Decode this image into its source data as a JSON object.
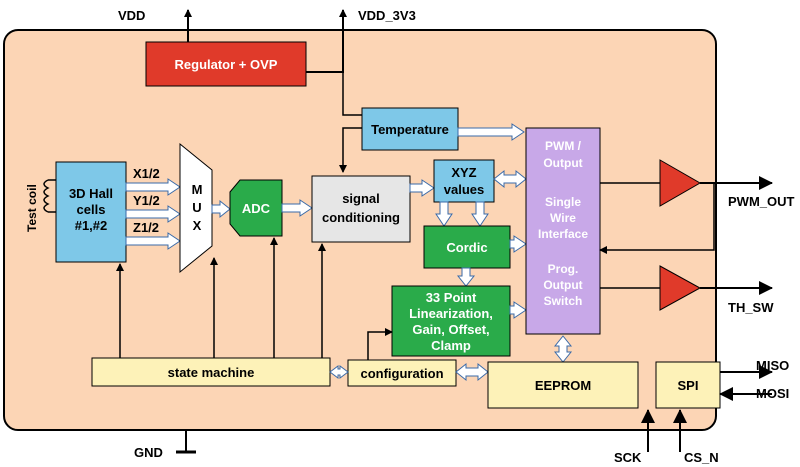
{
  "colors": {
    "chip_bg": "#fcd5b5",
    "red": "#e03a2a",
    "blue": "#7ec8e8",
    "green": "#2aab4a",
    "gray": "#e6e6e6",
    "yellow": "#fdf2b8",
    "purple": "#c8a8e8"
  },
  "pins": {
    "vdd": "VDD",
    "vdd_3v3": "VDD_3V3",
    "gnd": "GND",
    "pwm_out": "PWM_OUT",
    "th_sw": "TH_SW",
    "miso": "MISO",
    "mosi": "MOSI",
    "sck": "SCK",
    "cs_n": "CS_N"
  },
  "blocks": {
    "regulator": "Regulator + OVP",
    "temperature": "Temperature",
    "hall": [
      "3D Hall",
      "cells",
      "#1,#2"
    ],
    "test_coil": "Test coil",
    "mux": [
      "M",
      "U",
      "X"
    ],
    "channels": [
      "X1/2",
      "Y1/2",
      "Z1/2"
    ],
    "adc": "ADC",
    "signal": [
      "signal",
      "conditioning"
    ],
    "xyz": [
      "XYZ",
      "values"
    ],
    "cordic": "Cordic",
    "linearization": [
      "33 Point",
      "Linearization,",
      "Gain, Offset,",
      "Clamp"
    ],
    "output_block": [
      "PWM /",
      "Output",
      "",
      "Single",
      "Wire",
      "Interface",
      "",
      "Prog.",
      "Output",
      "Switch"
    ],
    "state_machine": "state machine",
    "configuration": "configuration",
    "eeprom": "EEPROM",
    "spi": "SPI"
  }
}
